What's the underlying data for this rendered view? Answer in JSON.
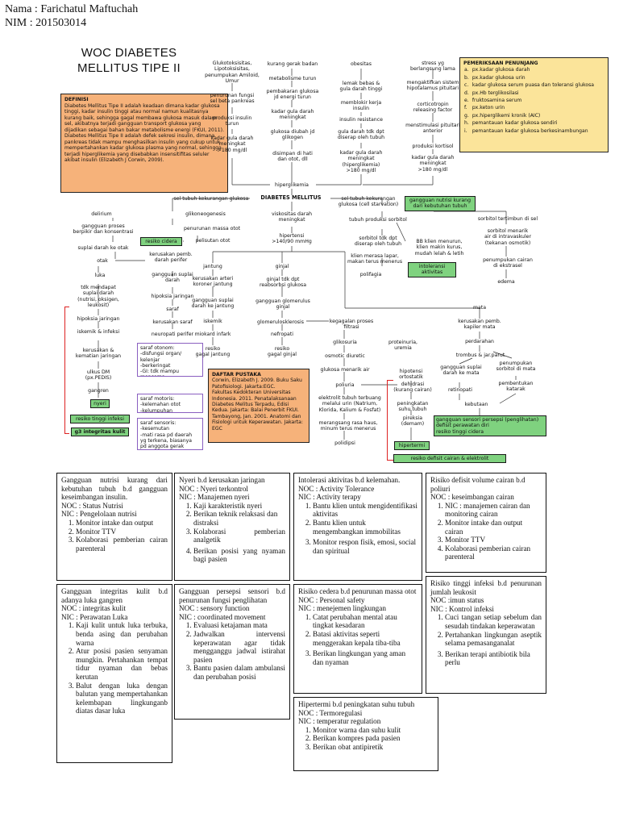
{
  "header": {
    "name_line": "Nama : Farichatul Maftuchah",
    "nim_line": "NIM    : 201503014"
  },
  "diagram": {
    "title_line1": "WOC DIABETES",
    "title_line2": "MELLITUS TIPE II",
    "definisi": {
      "heading": "DEFINISI",
      "p1": "Diabetes Mellitus Tipe II adalah keadaan dimana kadar glukosa tinggi, kadar insulin tinggi atau normal namun kualitasnya kurang baik, sehingga gagal membawa glukosa masuk dalam sel, akibatnya terjadi gangguan transport glukosa yang dijadikan sebagai bahan bakar metabolisme energi (FKUI, 2011).",
      "p2": "Diabetes Mellitus Tipe II adalah defek sekresi insulin, dimana pankreas tidak mampu menghasilkan insulin yang cukup untuk mempertahankan kadar glukosa plasma yang normal, sehingga terjadi hiperglikemia yang disebabkan insensitifitas seluler akibat insulin (Elizabeth J Corwin, 2009)."
    },
    "pemeriksaan": {
      "heading": "PEMERIKSAAN PENUNJANG",
      "items": [
        "px.kadar glukosa darah",
        "px.kadar glukosa urin",
        "kadar glukosa serum puasa dan toleransi glukosa",
        "px.Hb terglikosilasi",
        "fruktosamina serum",
        "px.keton urin",
        "px.hiperglikemi kronik (AIC)",
        "pemantauan kadar glukosa sendiri",
        "pemantauan kadar glukosa berkesinambungan"
      ],
      "letters": [
        "a.",
        "b.",
        "c.",
        "d.",
        "e.",
        "f.",
        "g.",
        "h.",
        "i."
      ]
    },
    "daftar": {
      "heading": "DAFTAR PUSTAKA",
      "lines": "Corwin, Elizabeth J. 2009. Buku Saku Patofisiologi. Jakarta:EGC.\nFakultas Kedokteran Universitas Indonesia. 2011. Penatalaksanaan Diabetes Melitus Terpadu, Edisi Kedua. Jakarta: Balai Penerbit FKUI.\nTambayong, Jan. 2001. Anatomi dan Fisiologi untuk Keperawatan. Jakarta: EGC"
    },
    "saraf": {
      "otonom": "saraf otonom:\n-disfungsi organ/\n kelenjar\n-berkeringat\n-GI: tdk mampu mencerna\n-GI: tdk mampu memper-\n tahankan BP",
      "motoris": "saraf motoris:\n-kelemahan otot\n-kelumpuhan",
      "sensoris": "saraf sensoris:\n-kesemutan\n-mati rasa pd daerah\n yg terkena, biasanya\n pd anggota gerak"
    },
    "nodes": {
      "glukotoksisitas": "Glukotoksisitas,\nLipotoksisitas,\npenumpukan Amiloid,\nUmur",
      "penurunan_fungsi": "penurunan fungsi\nsel beta pankreas",
      "produksi_insulin": "produksi insulin\nturun",
      "kadar_gula1": "kadar gula darah\nmeningkat\n>180 mg/dl",
      "kurang_gerak": "kurang gerak badan",
      "metabolisme": "metabolisme turun",
      "pembakaran": "pembakaran glukosa\njd energi turun",
      "kadar_gula2": "kadar gula darah\nmeningkat",
      "glukosa_diubah": "glukosa diubah jd\nglikogen",
      "disimpan": "disimpan di hati\ndan otot, dll",
      "obesitas": "obesitas",
      "lemak": "lemak bebas &\ngula darah tinggi",
      "memblokir": "memblokir kerja\ninsulin",
      "insulin_resistance": "insulin resistance",
      "gula_tdk_dpt": "gula darah tdk dpt\ndiserap oleh tubuh",
      "kadar_gula3": "kadar gula darah\nmeningkat\n(hiperglikemia)\n>180 mg/dl",
      "stress": "stress yg\nberlangsung lama",
      "mengaktifkan": "mengaktifkan sistem\nhipotalamus pituitari",
      "corticotropin": "corticotropin\nreleasing factor",
      "menstimulasi": "menstimulasi pituitari\nanterior",
      "produksi_kortisol": "produksi kortisol",
      "kadar_gula4": "kadar gula darah\nmeningkat\n>180 mg/dl",
      "hiperglikemia": "hiperglikemia",
      "sel_kurang_glukosa": "sel tubuh kekurangan glukosa",
      "dm": "DIABETES MELLITUS",
      "sel_kurang_glukosa2": "sel tubuh kekurangan\nglukosa (cell starvation)",
      "glikoneogenesis": "glikoneogenesis",
      "penurunan_massa": "penurunan massa otot",
      "pelisutan": "pelisutan otot",
      "viskositas": "viskositas darah\nmeningkat",
      "hipertensi": "hipertensi\n>140/90 mmHg",
      "tubuh_sorbitol": "tubuh produksi sorbitol",
      "sorbitol_tdk": "sorbitol tdk dpt\ndiserap oleh tubuh",
      "bb_klien": "BB klien menurun,\nklien makin kurus,\nmudah lelah & letih",
      "klien_lapar": "klien merasa lapar,\nmakan terus menerus",
      "polifagia": "polifagia",
      "sorbitol_tertimbun": "sorbitol tertimbun di sel",
      "sorbitol_menarik": "sorbitol menarik\nair di intravaskuler\n(tekanan osmotik)",
      "penumpukan_ekstrasel": "penumpukan cairan\ndi ekstrasel",
      "edema": "edema",
      "delirium": "delirium",
      "gangguan_proses": "gangguan proses\nberpikir dan konsentrasi",
      "suplai_otak": "suplai darah ke otak",
      "otak": "otak",
      "kerusakan_pemb": "kerusakan pemb.\ndarah perifer",
      "luka": "luka",
      "tdk_mendapat": "tdk mendapat\nsuplai darah\n(nutrisi, oksigen,\nleukosit)",
      "hipoksia1": "hipoksia jaringan",
      "iskemik_infeksi": "iskemik & infeksi",
      "kerusakan_kematian": "kerusakan &\nkematian jaringan",
      "ulkus": "ulkus DM\n(px.PEDIS)",
      "gangren": "gangren",
      "gangguan_suplai": "gangguan suplai\ndarah",
      "hipoksia2": "hipoksia jaringan",
      "saraf": "saraf",
      "kerusakan_saraf": "kerusakan saraf",
      "neuropati": "neuropati perifer",
      "jantung": "jantung",
      "kerusakan_arteri": "kerusakan arteri\nkoroner jantung",
      "gangguan_suplai_jantung": "gangguan suplai\ndarah ke jantung",
      "iskemik": "iskemik",
      "miokard": "miokard infark",
      "resiko_gagal_jantung": "resiko\ngagal jantung",
      "ginjal": "ginjal",
      "ginjal_tdk": "ginjal tdk dpt\nreabsorbsi glukosa",
      "gangguan_glomerulus": "gangguan glomerulus\nginjal",
      "glomerulosklerosis": "glomerulosklerosis",
      "nefropati": "nefropati",
      "resiko_gagal_ginjal": "resiko\ngagal ginjal",
      "kegagalan_filtrasi": "kegagalan proses\nfiltrasi",
      "glikosuria": "glikosuria",
      "proteinuria": "proteinuria,\nuremia",
      "osmotic": "osmotic diuretic",
      "glukosa_menarik": "glukosa menarik air",
      "poliuria": "poliuria",
      "elektrolit": "elektrolit tubuh terbuang\nmelalui urin (Natrium,\nKlorida, Kalium & Fosfat)",
      "merangsang": "merangsang rasa haus,\nminum terus menerus",
      "polidipsi": "polidipsi",
      "hipotensi": "hipotensi\nortostatik",
      "dehidrasi": "dehidrasi\n(kurang cairan)",
      "peningkatan_suhu": "peningkatan\nsuhu tubuh",
      "pireksia": "pireksia\n(demam)",
      "mata": "mata",
      "kerusakan_kapiler": "kerusakan pemb.\nkapiler mata",
      "perdarahan": "perdarahan",
      "trombus": "trombus & jar.parut",
      "gangguan_suplai_mata": "gangguan suplai\ndarah ke mata",
      "retinopati": "retinopati",
      "kebutaan": "kebutaan",
      "penumpukan_sorbitol_mata": "penumpukan\nsorbitol di mata",
      "pembentukan_katarak": "pembentukan\nkatarak"
    },
    "green": {
      "gangguan_nutrisi": "gangguan nutrisi kurang\ndari kebutuhan tubuh",
      "resiko_cidera": "resiko cidera",
      "intoleransi": "intoleransi aktivitas",
      "nyeri": "nyeri",
      "resiko_infeksi": "resiko tinggi infeksi",
      "integritas_kulit": "g3 integritas kulit",
      "hipertermi": "hipertermi",
      "resiko_defisit": "resiko defisit cairan & elektrolit",
      "gangguan_persepsi": "gangguan sensori persepsi (penglihatan)\ndefisit perawatan diri\nresiko tinggi cidera"
    }
  },
  "nursing": {
    "b1": {
      "intro": "Gangguan nutrisi kurang dari kebutuhan tubuh b.d gangguan keseimbangan insulin.",
      "noc": "NOC : Status Nutrisi",
      "nic": "NIC : Pengelolaan nutrisi",
      "items": [
        "Monitor intake dan output",
        "Monitor TTV",
        "Kolaborasi pemberian cairan parenteral"
      ]
    },
    "b2": {
      "intro": "Nyeri b.d kerusakan jaringan",
      "noc": "NOC : Nyeri terkontrol",
      "nic": "NIC : Manajemen nyeri",
      "items": [
        "Kaji karakteristik nyeri",
        "Berikan teknik relaksasi dan distraksi",
        "Kolaborasi pemberian analgetik",
        "Berikan posisi yang nyaman bagi pasien"
      ]
    },
    "b3": {
      "intro": "Intolerasi aktivitas b.d kelemahan.",
      "noc": "NOC : Activity Tolerance",
      "nic": "NIC : Activity terapy",
      "items": [
        "Bantu klien untuk mengidentifikasi aktivitas",
        "Bantu klien untuk mengembangkan immobilitas",
        "Monitor respon fisik, emosi, social dan spiritual"
      ]
    },
    "b4": {
      "intro": "Risiko defisit volume cairan b.d poliuri",
      "noc": "NOC : keseimbangan cairan",
      "nic": "NIC : manajemen cairan dan monitoring cairan",
      "items": [
        "Monitor intake dan output cairan",
        "Monitor TTV",
        "Kolaborasi pemberian cairan parenteral"
      ]
    },
    "b5": {
      "intro": "Gangguan integritas kulit b.d adanya luka gangren",
      "noc": "NOC : integritas kulit",
      "nic": "NIC : Perawatan Luka",
      "items": [
        "Kaji kulit untuk luka terbuka, benda asing dan perubahan warna",
        "Atur posisi pasien senyaman mungkin. Pertahankan tempat tidur nyaman dan bebas kerutan",
        "Balut dengan luka dengan balutan yang mempertahankan kelembapan lingkunganb diatas dasar luka"
      ]
    },
    "b6": {
      "intro": "Gangguan persepsi sensori b.d penurunan fungsi penglihatan",
      "noc": "NOC : sensory function",
      "nic": "NIC : coordinated movement",
      "items": [
        "Evaluasi ketajaman mata",
        "Jadwalkan intervensi keperawatan agar tidak mengganggu jadwal istirahat pasien",
        "Bantu pasien dalam ambulansi dan perubahan posisi"
      ]
    },
    "b7": {
      "intro": "Risiko cedera b.d penurunan massa otot",
      "noc": "NOC : Personal safety",
      "nic": "NIC : menejemen lingkungan",
      "items": [
        "Catat perubahan mental atau tingkat kesadaran",
        "Batasi aktivitas seperti menggerakan kepala tiba-tiba",
        "Berikan lingkungan yang aman dan nyaman"
      ]
    },
    "b8": {
      "intro": "Risiko tinggi infeksi b.d penurunan jumlah leukosit",
      "noc": "NOC :imun status",
      "nic": "NIC : Kontrol infeksi",
      "items": [
        "Cuci tangan setiap sebelum dan sesudah tindakan keperawatan",
        "Pertahankan lingkungan aseptik selama pemasanganalat",
        "Berikan terapi antibiotik bila perlu"
      ]
    },
    "b9": {
      "intro": "Hipertermi b.d peningkatan suhu tubuh",
      "noc": "NOC : Termoregulasi",
      "nic": "NIC : temperatur regulation",
      "items": [
        "Monitor warna dan suhu kulit",
        "Berikan kompres pada pasien",
        "Berikan obat antipiretik"
      ]
    }
  }
}
